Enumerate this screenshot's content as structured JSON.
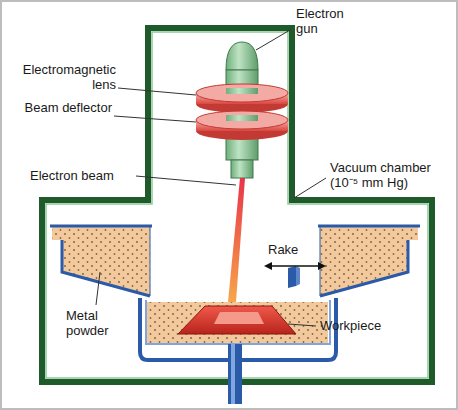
{
  "diagram": {
    "labels": [
      "Electron gun",
      "Electromagnetic lens",
      "Beam deflector",
      "Electron beam",
      "Vacuum chamber (10⁻⁵ mm Hg)",
      "Rake",
      "Metal powder",
      "Workpiece"
    ]
  }
}
